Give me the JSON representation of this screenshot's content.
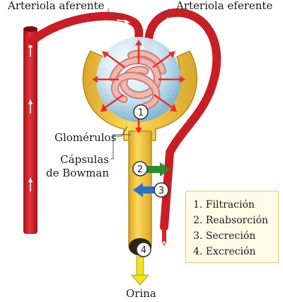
{
  "labels": {
    "arteriola_aferente": "Arteriola aferente",
    "arteriola_eferente": "Arteriola eferente",
    "glomerulos": "Glomérulos",
    "capsulas_line1": "Cápsulas",
    "capsulas_line2": "de Bowman",
    "orina": "Orina"
  },
  "markers": [
    "1",
    "2",
    "3",
    "4"
  ],
  "legend": [
    "1. Filtración",
    "2. Reabsorción",
    "3. Secreción",
    "4. Excreción"
  ],
  "colors": {
    "vessel": "#d8232a",
    "vessel_dark": "#a3151b",
    "capsule": "#f2c53d",
    "capsule_dark": "#c99a1e",
    "filtration_arrow": "#e8302a",
    "reabsorption_arrow": "#2e8a2e",
    "secretion_arrow": "#2f6fc4",
    "excretion_arrow": "#f2e21e",
    "glomerulus": "#e9a9a0",
    "sphere": "#bfe0f0"
  }
}
